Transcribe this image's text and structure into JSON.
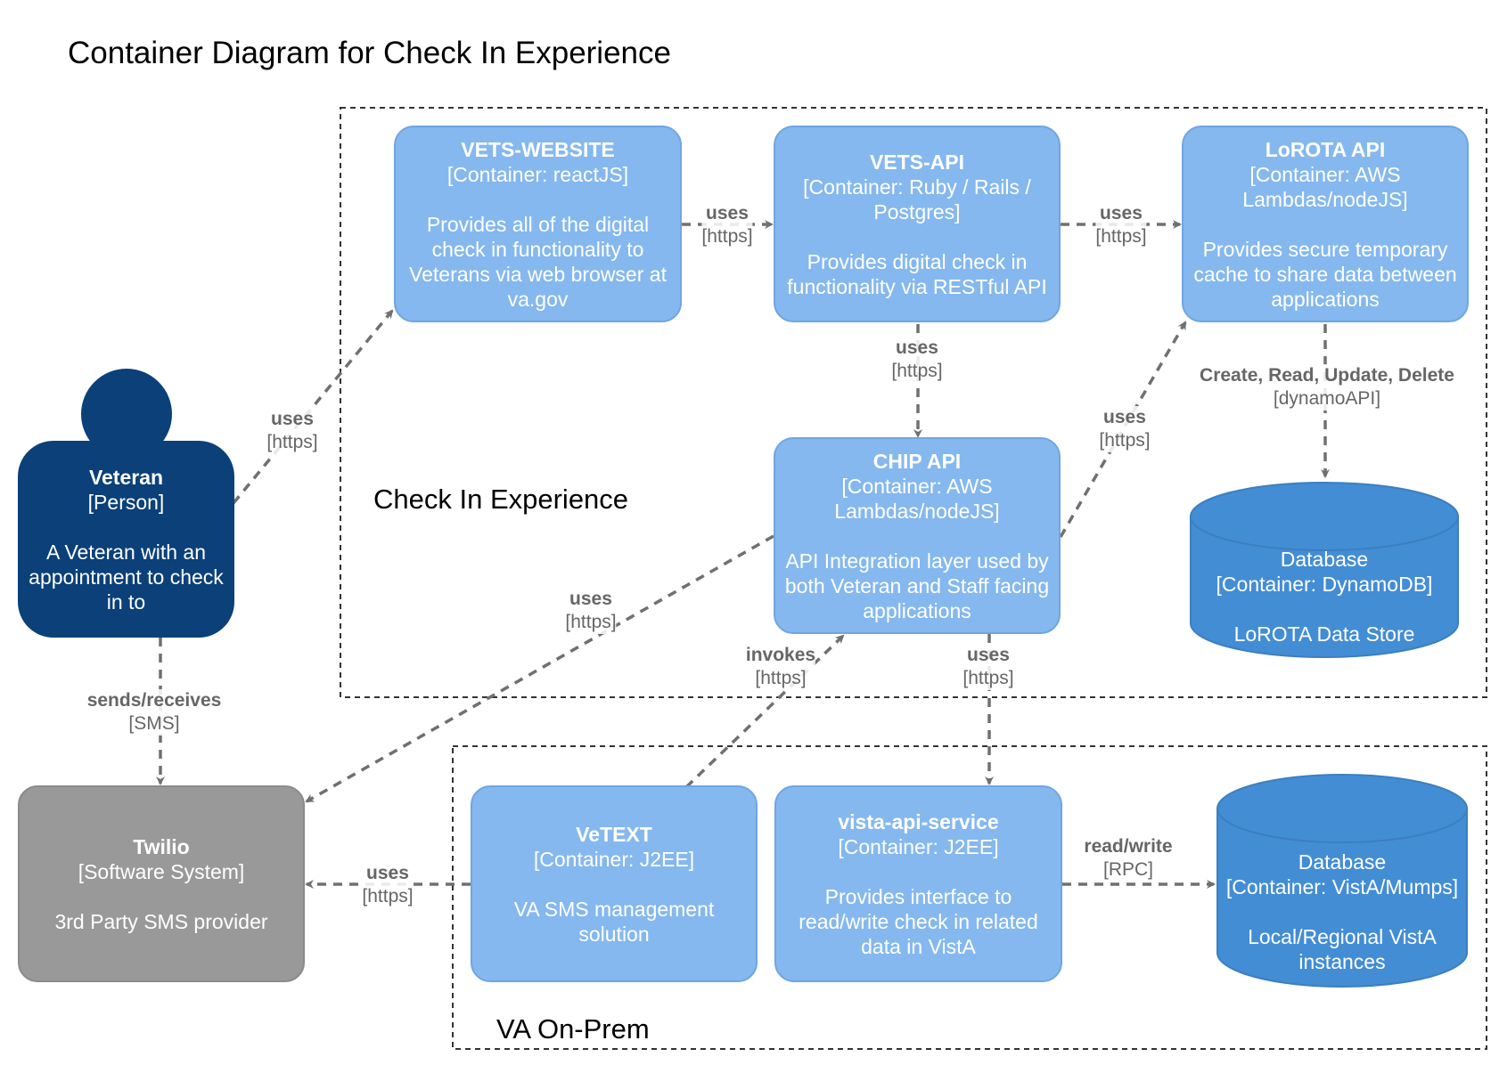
{
  "title": "Container Diagram for Check In Experience",
  "boundaries": {
    "check_in": "Check In Experience",
    "on_prem": "VA On-Prem"
  },
  "veteran": {
    "name": "Veteran",
    "type": "[Person]",
    "desc": "A Veteran with an appointment to check in to"
  },
  "vets_website": {
    "name": "VETS-WEBSITE",
    "type": "[Container: reactJS]",
    "desc": "Provides all of the digital check in functionality to Veterans via web browser at va.gov"
  },
  "vets_api": {
    "name": "VETS-API",
    "type": "[Container: Ruby / Rails / Postgres]",
    "desc": "Provides digital check in functionality via RESTful API"
  },
  "lorota_api": {
    "name": "LoROTA API",
    "type": "[Container: AWS Lambdas/nodeJS]",
    "desc": "Provides secure temporary cache to share data between applications"
  },
  "chip_api": {
    "name": "CHIP API",
    "type": "[Container: AWS Lambdas/nodeJS]",
    "desc": "API Integration layer used by both Veteran and Staff facing applications"
  },
  "dynamo_db": {
    "name": "Database",
    "type": "[Container: DynamoDB]",
    "desc": "LoROTA Data Store"
  },
  "twilio": {
    "name": "Twilio",
    "type": "[Software System]",
    "desc": "3rd Party SMS provider"
  },
  "vetext": {
    "name": "VeTEXT",
    "type": "[Container: J2EE]",
    "desc": "VA SMS management solution"
  },
  "vista_api": {
    "name": "vista-api-service",
    "type": "[Container: J2EE]",
    "desc": "Provides interface to read/write check in related data in VistA"
  },
  "vista_db": {
    "name": "Database",
    "type": "[Container: VistA/Mumps]",
    "desc": "Local/Regional VistA instances"
  },
  "relations": {
    "veteran_website": {
      "action": "uses",
      "tech": "[https]"
    },
    "website_api": {
      "action": "uses",
      "tech": "[https]"
    },
    "api_lorota": {
      "action": "uses",
      "tech": "[https]"
    },
    "api_chip": {
      "action": "uses",
      "tech": "[https]"
    },
    "chip_lorota": {
      "action": "uses",
      "tech": "[https]"
    },
    "lorota_dynamo": {
      "action": "Create, Read, Update, Delete",
      "tech": "[dynamoAPI]"
    },
    "chip_twilio": {
      "action": "uses",
      "tech": "[https]"
    },
    "vetext_chip": {
      "action": "invokes",
      "tech": "[https]"
    },
    "chip_vista": {
      "action": "uses",
      "tech": "[https]"
    },
    "veteran_twilio": {
      "action": "sends/receives",
      "tech": "[SMS]"
    },
    "vetext_twilio": {
      "action": "uses",
      "tech": "[https]"
    },
    "vista_rw": {
      "action": "read/write",
      "tech": "[RPC]"
    }
  },
  "colors": {
    "container": "#85b8ee",
    "person": "#0b4079",
    "system": "#999999",
    "database": "#438dd5",
    "arrow": "#707070"
  }
}
